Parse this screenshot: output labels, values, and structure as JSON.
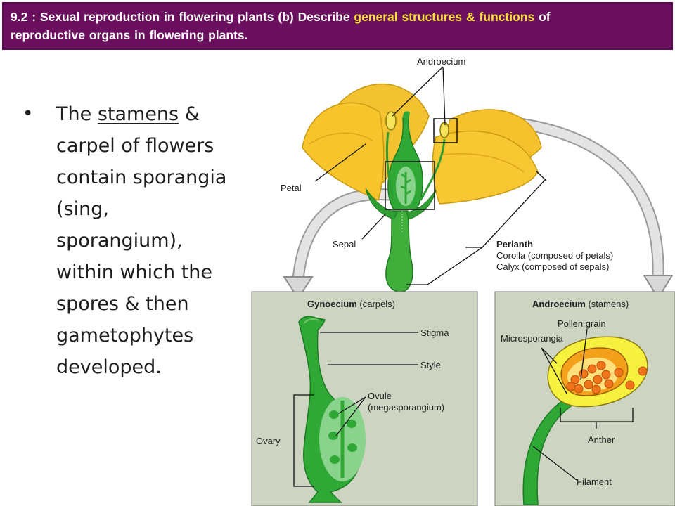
{
  "header": {
    "line1_prefix": "9.2 : Sexual reproduction in flowering plants  (b) Describe ",
    "line1_highlight": "general  structures  &  functions",
    "line1_suffix": "  of",
    "line2": "reproductive organs in flowering plants."
  },
  "bullet": {
    "t1": "The ",
    "stamens": "stamens",
    "t2": " & ",
    "carpel": "carpel",
    "t3": " of flowers contain sporangia (sing, sporangium), within which the spores & then gametophytes developed."
  },
  "labels": {
    "androecium": "Androecium",
    "petal": "Petal",
    "sepal": "Sepal",
    "perianth": "Perianth",
    "corolla": "Corolla (composed of petals)",
    "calyx": "Calyx (composed of sepals)",
    "gyno_bold": "Gynoecium",
    "gyno_rest": " (carpels)",
    "stigma": "Stigma",
    "style": "Style",
    "ovule": "Ovule",
    "megasporangium": "(megasporangium)",
    "ovary": "Ovary",
    "andro_bold": "Androecium",
    "andro_rest": " (stamens)",
    "pollen_grain": "Pollen grain",
    "microsporangia": "Microsporangia",
    "anther": "Anther",
    "filament": "Filament"
  }
}
